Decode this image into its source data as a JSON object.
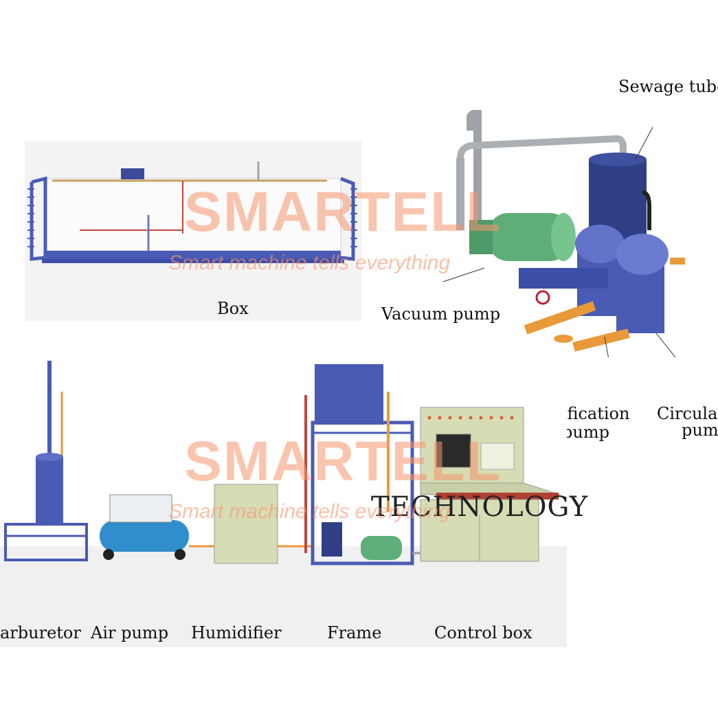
{
  "labels": {
    "box": "Box",
    "vacuum_pump": "Vacuum pump",
    "sewage_tube": "Sewage tube",
    "gasification_pump_l1": "Gasification",
    "gasification_pump_l2": "pump",
    "circulation_pump_l1": "Circula",
    "circulation_pump_l2": "pum",
    "carburetor": "arburetor",
    "air_pump": "Air pump",
    "humidifier": "Humidifier",
    "frame": "Frame",
    "control_box": "Control box",
    "technology": "TECHNOLOGY"
  },
  "watermark": {
    "brand": "SMARTELL",
    "slogan": "Smart machine tells everything"
  },
  "colors": {
    "watermark": "#f6966e",
    "frame_blue": "#4a5bb5",
    "tank_blue": "#2f3f86",
    "motor_green": "#5fae7a",
    "pipe_orange": "#e89a3a",
    "cabinet": "#d6dcb4"
  }
}
